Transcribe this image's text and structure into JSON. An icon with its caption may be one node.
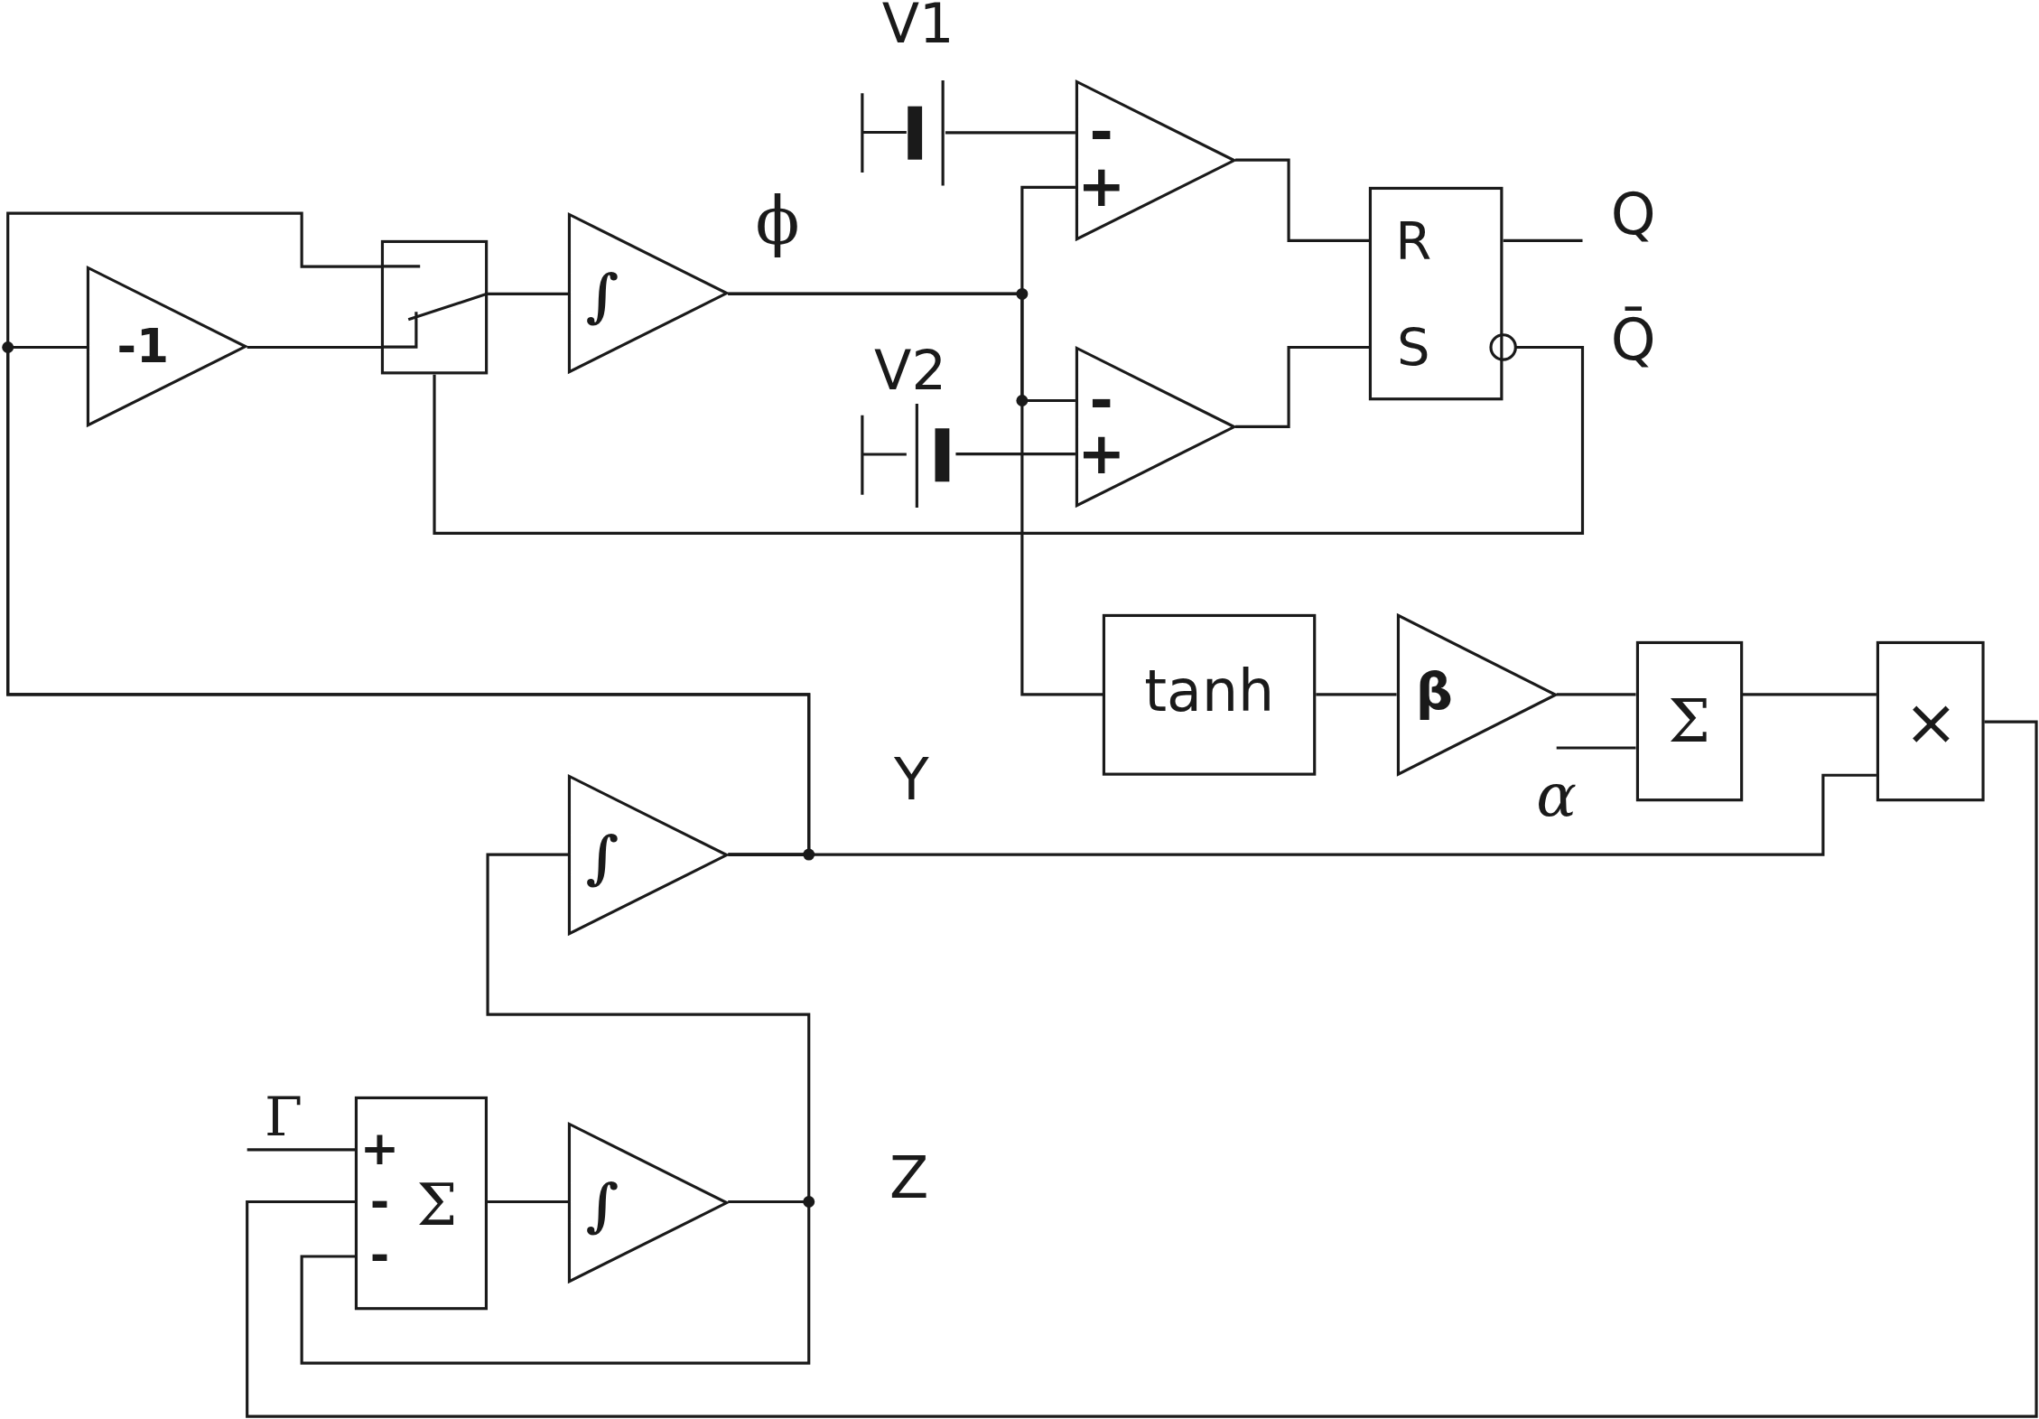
{
  "diagram": {
    "nodes": [
      {
        "text": [
          "-1"
        ]
      },
      {
        "text": [],
        "shape": "box"
      },
      {
        "text": [
          "∫"
        ]
      },
      {
        "text": [
          "-",
          "+"
        ]
      },
      {
        "text": [
          "-",
          "+"
        ]
      },
      {
        "text": [
          "R",
          "S"
        ]
      },
      {
        "text": [],
        "shape": "battery",
        "beside": [
          "V1"
        ]
      },
      {
        "text": [],
        "shape": "battery",
        "beside": [
          "V2"
        ]
      },
      {
        "text": [
          "tanh"
        ]
      },
      {
        "text": [
          "β"
        ]
      },
      {
        "text": [
          "Σ"
        ]
      },
      {
        "text": [
          "×"
        ]
      },
      {
        "text": [
          "∫"
        ]
      },
      {
        "text": [
          "+",
          "-",
          "-",
          "Σ"
        ]
      },
      {
        "text": [
          "∫"
        ]
      }
    ],
    "edges": [
      {
        "from": 0,
        "to": 1,
        "arrow": "none"
      },
      {
        "from": 1,
        "to": 2,
        "arrow": "none"
      },
      {
        "from": 2,
        "to": 3,
        "arrow": "none"
      },
      {
        "from": 2,
        "to": 4,
        "arrow": "none"
      },
      {
        "from": 2,
        "to": 8,
        "arrow": "none"
      },
      {
        "from": 6,
        "to": 3,
        "arrow": "none"
      },
      {
        "from": 7,
        "to": 4,
        "arrow": "none"
      },
      {
        "from": 3,
        "to": 5,
        "arrow": "none"
      },
      {
        "from": 4,
        "to": 5,
        "arrow": "none"
      },
      {
        "from": 5,
        "to": null,
        "arrow": "none"
      },
      {
        "from": 5,
        "to": 1,
        "arrow": "other"
      },
      {
        "from": 8,
        "to": 9,
        "arrow": "none"
      },
      {
        "from": 9,
        "to": 10,
        "arrow": "none"
      },
      {
        "from": null,
        "to": 10,
        "arrow": "none"
      },
      {
        "from": 10,
        "to": 11,
        "arrow": "none"
      },
      {
        "from": 12,
        "to": 11,
        "arrow": "none"
      },
      {
        "from": 11,
        "to": 13,
        "arrow": "none"
      },
      {
        "from": 12,
        "to": 0,
        "arrow": "none"
      },
      {
        "from": 12,
        "to": 1,
        "arrow": "none"
      },
      {
        "from": 13,
        "to": 14,
        "arrow": "none"
      },
      {
        "from": 14,
        "to": 12,
        "arrow": "none"
      },
      {
        "from": 14,
        "to": 13,
        "arrow": "none"
      },
      {
        "from": null,
        "to": 13,
        "arrow": "none"
      }
    ],
    "labels": [
      "ϕ",
      "Q",
      "Q̄",
      "Y",
      "α",
      "Γ",
      "Z"
    ]
  }
}
